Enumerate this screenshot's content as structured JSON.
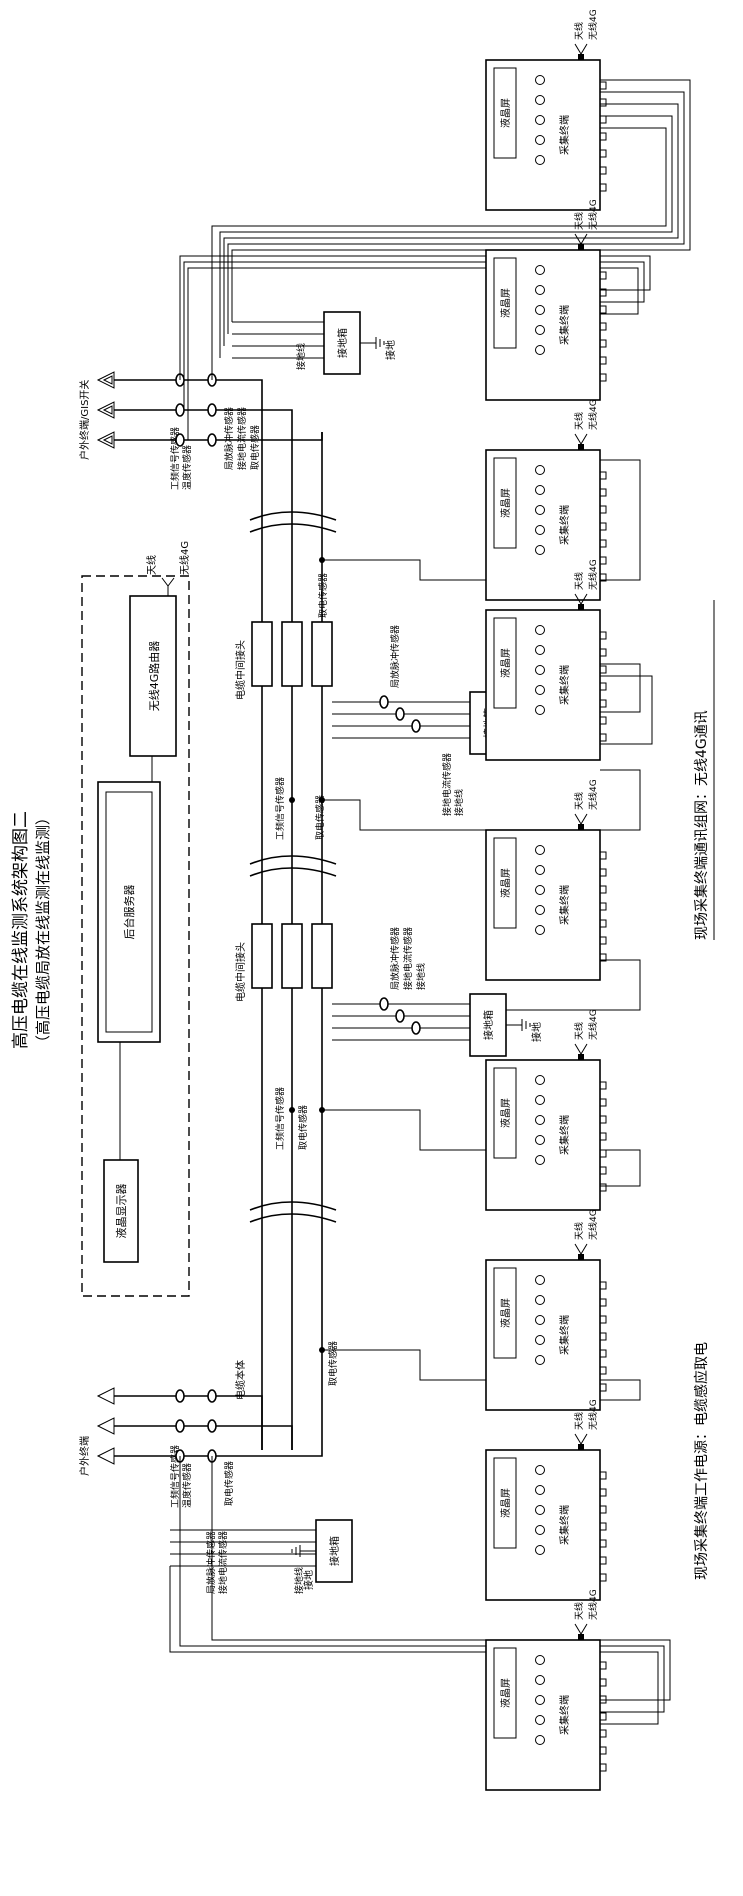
{
  "title": {
    "main": "高压电缆在线监测系统架构图二",
    "sub": "（高压电缆局放在线监测在线监测）"
  },
  "server_room": {
    "lcd_monitor": "液晶显示器",
    "backend_server": "后台服务器",
    "router": "无线4G路由器",
    "antenna": "天线",
    "wireless": "无线4G"
  },
  "terminal": {
    "screen": "液晶屏",
    "name": "采集终端",
    "antenna": "天线",
    "wireless": "无线4G"
  },
  "labels": {
    "outdoor_gis": "户外终端/GIS开关",
    "outdoor": "户外终端",
    "cable_body": "电缆本体",
    "joint": "电缆中间接头",
    "grounding_box": "接地箱",
    "ground": "接地",
    "grounding_wire": "接地线",
    "power_freq": "工频信号传感器",
    "partial_discharge": "局放脉冲传感器",
    "ground_current": "接地电流传感器",
    "power_take": "取电传感器",
    "temperature": "温度传感器"
  },
  "footer": {
    "power": "现场采集终端工作电源：电缆感应取电",
    "network": "现场采集终端通讯组网：无线4G通讯"
  }
}
